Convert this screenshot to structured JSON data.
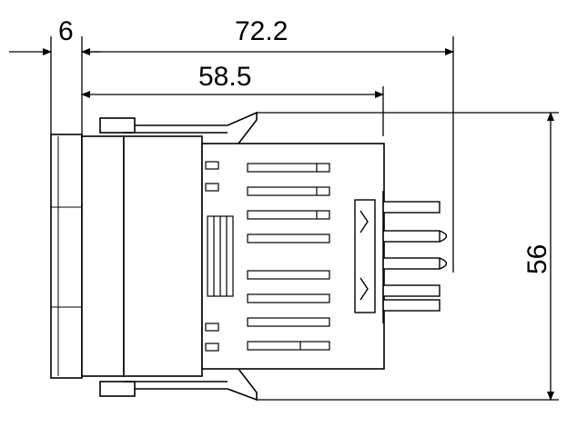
{
  "dimensions": {
    "front_panel_depth": "6",
    "total_depth": "72.2",
    "body_depth": "58.5",
    "height": "56"
  }
}
